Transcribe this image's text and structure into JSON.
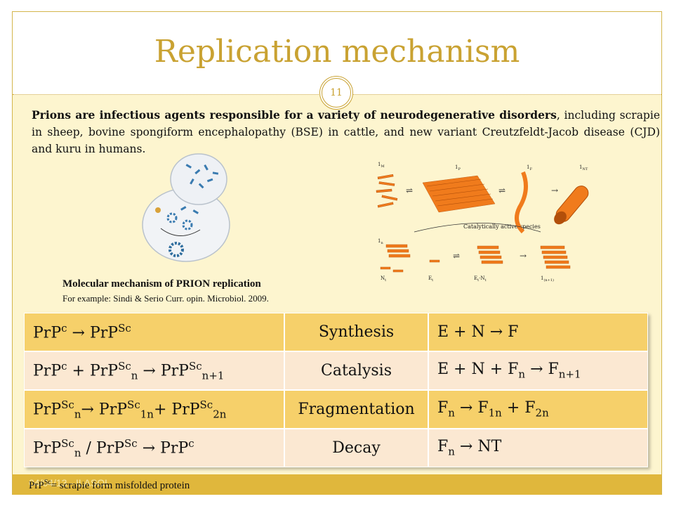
{
  "slide": {
    "title": "Replication mechanism",
    "page_number": "11",
    "intro_bold": "Prions are infectious agents responsible for a variety of neurodegenerative disorders",
    "intro_rest": ", including scrapie in sheep, bovine spongiform encephalopathy (BSE) in cattle, and new variant Creutzfeldt-Jacob disease (CJD) and kuru in humans.",
    "caption_title": "Molecular mechanism of PRION replication",
    "caption_ref": "For example: Sindi & Serio Curr. opin. Microbiol. 2009."
  },
  "figure_right": {
    "labels": {
      "M": "1",
      "M_sub": "M",
      "P": "1",
      "P_sub": "P",
      "F": "1",
      "F_sub": "F",
      "NT": "1",
      "NT_sub": "NT",
      "active": "Catalytically active species",
      "n": "1",
      "n_sub": "n",
      "Nt": "N",
      "Nt_sub": "t",
      "Et": "E",
      "Et_sub": "t",
      "mid": "E",
      "mid_sub": "t",
      "mid_tail": "N",
      "mid_tail_sub": "t",
      "out": "1",
      "out_sub": "(n+1)"
    }
  },
  "table": {
    "rows": [
      {
        "col0": {
          "a": "PrP",
          "a_sup": "c",
          "arrow": " → ",
          "b": "PrP",
          "b_sup": "Sc"
        },
        "col1": "Synthesis",
        "col2": {
          "text": "E + N → F"
        }
      },
      {
        "col0": {
          "a": "PrP",
          "a_sup": "c",
          "plus": " + ",
          "b": "PrP",
          "b_sup": "Sc",
          "b_sub": "n",
          "arrow": " → ",
          "c": "PrP",
          "c_sup": "Sc",
          "c_sub": "n+1"
        },
        "col1": "Catalysis",
        "col2": {
          "text": "E + N + F",
          "f_sub": "n",
          "arrow": " → F",
          "f2_sub": "n+1"
        }
      },
      {
        "col0": {
          "a": "PrP",
          "a_sup": "Sc",
          "a_sub": "n",
          "arrow": "→ ",
          "b": "PrP",
          "b_sup": "Sc",
          "b_sub": "1n",
          "plus": "+ ",
          "c": "PrP",
          "c_sup": "Sc",
          "c_sub": "2n"
        },
        "col1": "Fragmentation",
        "col2": {
          "text": "F",
          "f_sub": "n",
          "arrow": " → F",
          "f2_sub": "1n",
          "plus": " + F",
          "f3_sub": "2n"
        }
      },
      {
        "col0": {
          "a": "PrP",
          "a_sup": "Sc",
          "a_sub": "n",
          "slash": " / ",
          "b": "PrP",
          "b_sup": "Sc",
          "arrow": " → ",
          "c": "PrP",
          "c_sup": "c"
        },
        "col1": "Decay",
        "col2": {
          "text": "F",
          "f_sub": "n",
          "arrow": " → NT"
        }
      }
    ]
  },
  "footer": {
    "under_text": "04/04/13 - ILASOL",
    "over_a": "PrP",
    "over_sup": "Sc",
    "over_rest": "= scrapie form misfolded  protein"
  },
  "colors": {
    "accent_gold": "#c9a232",
    "body_bg": "#fdf5cf",
    "row_dark": "#f6d06a",
    "row_light": "#fbe8d2",
    "footer": "#e0b73c",
    "figure_orange": "#f07b1c"
  }
}
